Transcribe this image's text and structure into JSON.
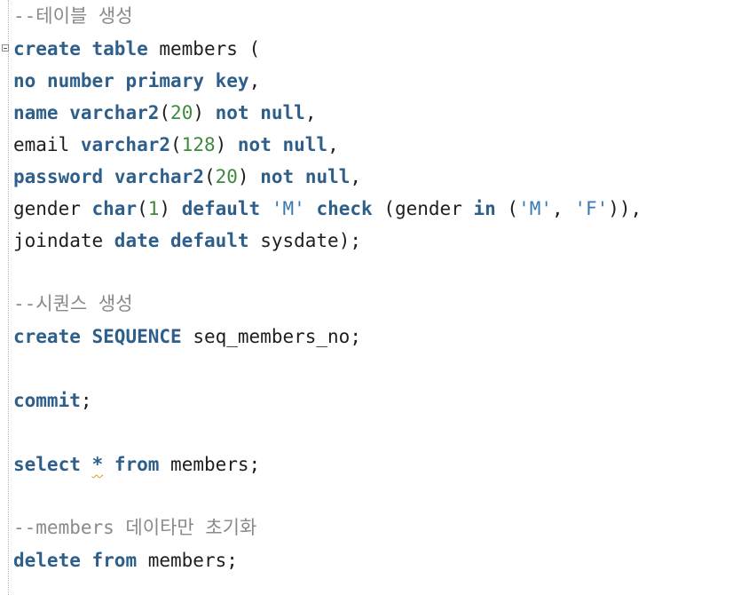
{
  "editor": {
    "lines": [
      {
        "tokens": [
          {
            "t": "--테이블 생성",
            "c": "cmt"
          }
        ]
      },
      {
        "tokens": [
          {
            "t": "create",
            "c": "kw"
          },
          {
            "t": " ",
            "c": "plain"
          },
          {
            "t": "table",
            "c": "kw"
          },
          {
            "t": " members (",
            "c": "plain"
          }
        ]
      },
      {
        "tokens": [
          {
            "t": "no",
            "c": "kw"
          },
          {
            "t": " ",
            "c": "plain"
          },
          {
            "t": "number",
            "c": "kw"
          },
          {
            "t": " ",
            "c": "plain"
          },
          {
            "t": "primary",
            "c": "kw"
          },
          {
            "t": " ",
            "c": "plain"
          },
          {
            "t": "key",
            "c": "kw"
          },
          {
            "t": ",",
            "c": "plain"
          }
        ]
      },
      {
        "tokens": [
          {
            "t": "name",
            "c": "kw"
          },
          {
            "t": " ",
            "c": "plain"
          },
          {
            "t": "varchar2",
            "c": "kw"
          },
          {
            "t": "(",
            "c": "plain"
          },
          {
            "t": "20",
            "c": "num"
          },
          {
            "t": ") ",
            "c": "plain"
          },
          {
            "t": "not",
            "c": "kw"
          },
          {
            "t": " ",
            "c": "plain"
          },
          {
            "t": "null",
            "c": "kw"
          },
          {
            "t": ",",
            "c": "plain"
          }
        ]
      },
      {
        "tokens": [
          {
            "t": "email ",
            "c": "plain"
          },
          {
            "t": "varchar2",
            "c": "kw"
          },
          {
            "t": "(",
            "c": "plain"
          },
          {
            "t": "128",
            "c": "num"
          },
          {
            "t": ") ",
            "c": "plain"
          },
          {
            "t": "not",
            "c": "kw"
          },
          {
            "t": " ",
            "c": "plain"
          },
          {
            "t": "null",
            "c": "kw"
          },
          {
            "t": ",",
            "c": "plain"
          }
        ]
      },
      {
        "tokens": [
          {
            "t": "password",
            "c": "kw"
          },
          {
            "t": " ",
            "c": "plain"
          },
          {
            "t": "varchar2",
            "c": "kw"
          },
          {
            "t": "(",
            "c": "plain"
          },
          {
            "t": "20",
            "c": "num"
          },
          {
            "t": ") ",
            "c": "plain"
          },
          {
            "t": "not",
            "c": "kw"
          },
          {
            "t": " ",
            "c": "plain"
          },
          {
            "t": "null",
            "c": "kw"
          },
          {
            "t": ",",
            "c": "plain"
          }
        ]
      },
      {
        "tokens": [
          {
            "t": "gender ",
            "c": "plain"
          },
          {
            "t": "char",
            "c": "kw"
          },
          {
            "t": "(",
            "c": "plain"
          },
          {
            "t": "1",
            "c": "num"
          },
          {
            "t": ") ",
            "c": "plain"
          },
          {
            "t": "default",
            "c": "kw"
          },
          {
            "t": " ",
            "c": "plain"
          },
          {
            "t": "'M'",
            "c": "str"
          },
          {
            "t": " ",
            "c": "plain"
          },
          {
            "t": "check",
            "c": "kw"
          },
          {
            "t": " (gender ",
            "c": "plain"
          },
          {
            "t": "in",
            "c": "kw"
          },
          {
            "t": " (",
            "c": "plain"
          },
          {
            "t": "'M'",
            "c": "str"
          },
          {
            "t": ", ",
            "c": "plain"
          },
          {
            "t": "'F'",
            "c": "str"
          },
          {
            "t": ")),",
            "c": "plain"
          }
        ]
      },
      {
        "tokens": [
          {
            "t": "joindate ",
            "c": "plain"
          },
          {
            "t": "date",
            "c": "kw"
          },
          {
            "t": " ",
            "c": "plain"
          },
          {
            "t": "default",
            "c": "kw"
          },
          {
            "t": " sysdate);",
            "c": "plain"
          }
        ]
      },
      {
        "tokens": []
      },
      {
        "tokens": [
          {
            "t": "--시퀀스 생성",
            "c": "cmt"
          }
        ]
      },
      {
        "tokens": [
          {
            "t": "create",
            "c": "kw"
          },
          {
            "t": " ",
            "c": "plain"
          },
          {
            "t": "SEQUENCE",
            "c": "kw"
          },
          {
            "t": " seq_members_no;",
            "c": "plain"
          }
        ]
      },
      {
        "tokens": []
      },
      {
        "tokens": [
          {
            "t": "commit",
            "c": "kw"
          },
          {
            "t": ";",
            "c": "plain"
          }
        ]
      },
      {
        "tokens": []
      },
      {
        "tokens": [
          {
            "t": "select",
            "c": "kw"
          },
          {
            "t": " ",
            "c": "plain"
          },
          {
            "t": "*",
            "c": "kw squiggle"
          },
          {
            "t": " ",
            "c": "plain"
          },
          {
            "t": "from",
            "c": "kw"
          },
          {
            "t": " members;",
            "c": "plain"
          }
        ]
      },
      {
        "tokens": []
      },
      {
        "tokens": [
          {
            "t": "--members 데이타만 초기화",
            "c": "cmt"
          }
        ]
      },
      {
        "tokens": [
          {
            "t": "delete",
            "c": "kw"
          },
          {
            "t": " ",
            "c": "plain"
          },
          {
            "t": "from",
            "c": "kw"
          },
          {
            "t": " members;",
            "c": "plain"
          }
        ]
      }
    ]
  }
}
